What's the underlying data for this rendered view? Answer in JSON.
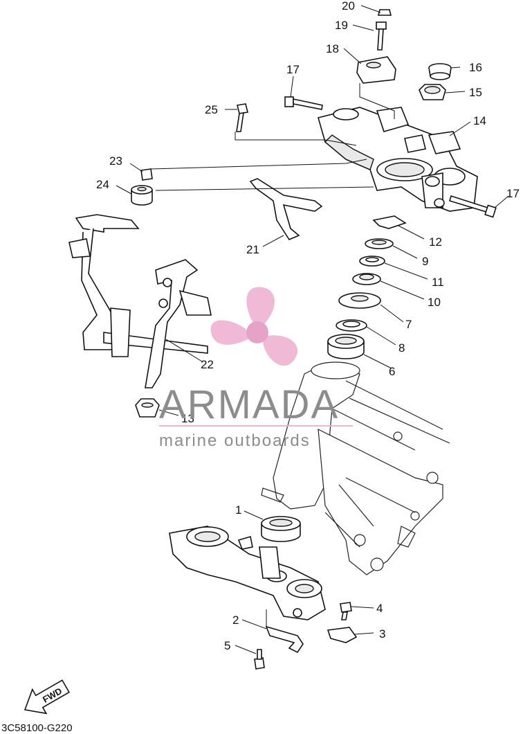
{
  "diagram_code": "3C58100-G220",
  "watermark": {
    "brand": "ARMADA",
    "tagline": "marine outboards",
    "colors": {
      "logo_pink": "#eeb2d3",
      "logo_center": "#e6a3c8",
      "text": "#8c8c8c"
    }
  },
  "fwd_label": "FWD",
  "callouts": {
    "c1": "1",
    "c2": "2",
    "c3": "3",
    "c4": "4",
    "c5": "5",
    "c6": "6",
    "c7": "7",
    "c8": "8",
    "c9": "9",
    "c10": "10",
    "c11": "11",
    "c12": "12",
    "c13": "13",
    "c14": "14",
    "c15": "15",
    "c16": "16",
    "c17a": "17",
    "c17b": "17",
    "c18": "18",
    "c19": "19",
    "c20": "20",
    "c21": "21",
    "c22": "22",
    "c23": "23",
    "c24": "24",
    "c25": "25"
  }
}
